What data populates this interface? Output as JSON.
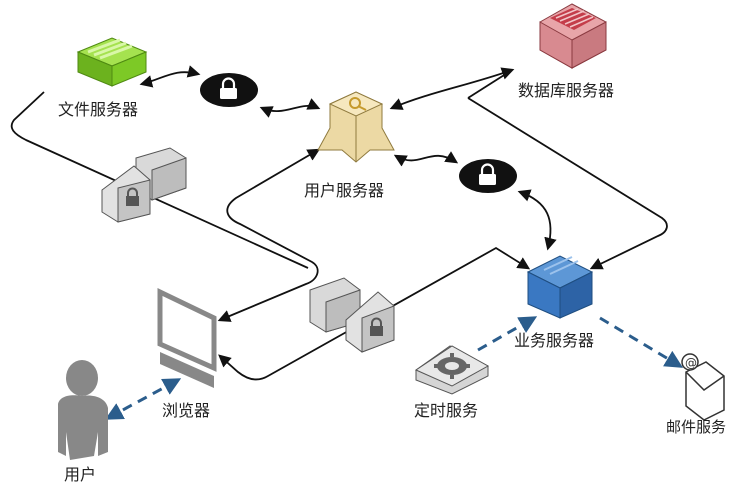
{
  "nodes": {
    "file_server": {
      "label": "文件服务器",
      "icon": "green-server-icon"
    },
    "database_server": {
      "label": "数据库服务器",
      "icon": "database-icon"
    },
    "user_server": {
      "label": "用户服务器",
      "icon": "user-server-icon"
    },
    "business_server": {
      "label": "业务服务器",
      "icon": "blue-cube-icon"
    },
    "browser": {
      "label": "浏览器",
      "icon": "browser-icon"
    },
    "user": {
      "label": "用户",
      "icon": "person-icon"
    },
    "scheduled_service": {
      "label": "定时服务",
      "icon": "gear-icon"
    },
    "mail_service": {
      "label": "邮件服务",
      "icon": "mail-icon"
    }
  },
  "colors": {
    "line": "#111111",
    "dashed": "#2b5d8c",
    "green": "#7dc926",
    "blue": "#3a78c2",
    "pink": "#e8a5a9",
    "tan": "#ecd9a4",
    "gray": "#c9c9c9"
  }
}
